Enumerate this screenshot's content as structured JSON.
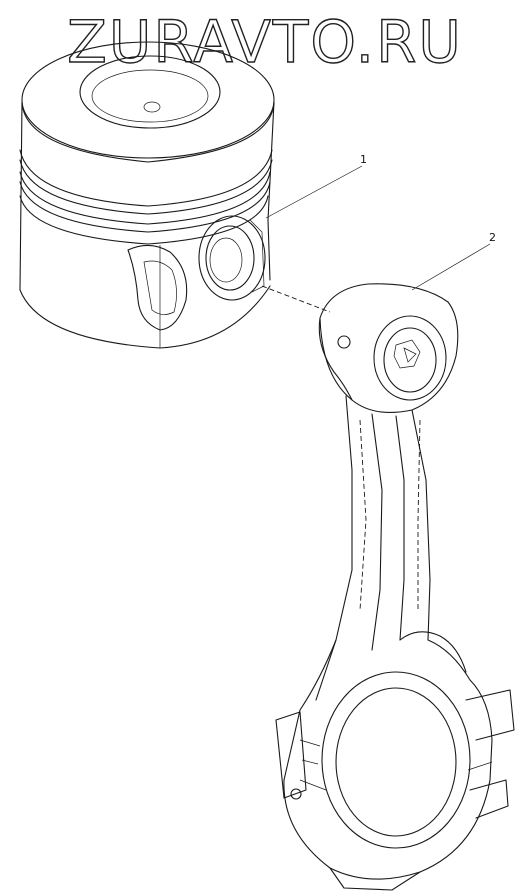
{
  "watermark": {
    "text": "ZURAVTO.RU"
  },
  "callouts": [
    {
      "number": "1"
    },
    {
      "number": "2"
    }
  ],
  "colors": {
    "line": "#1a1a1a",
    "background": "#ffffff"
  }
}
